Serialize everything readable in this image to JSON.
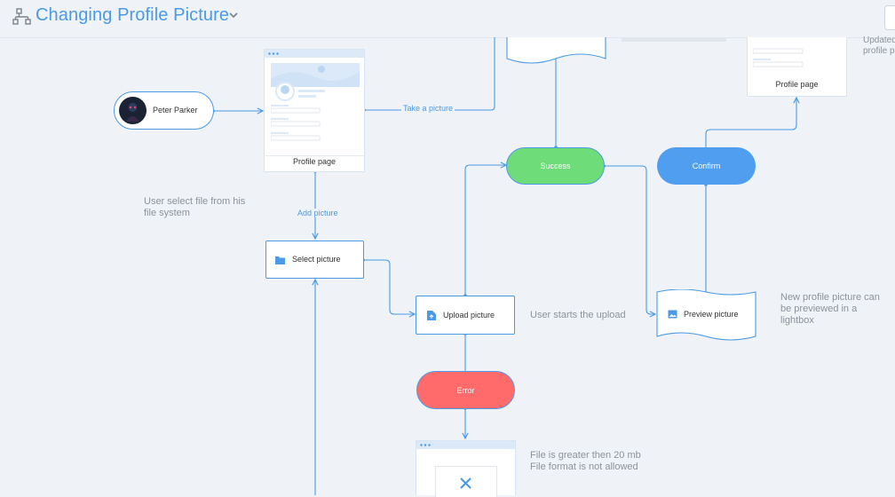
{
  "header": {
    "title": "Changing Profile Picture"
  },
  "nodes": {
    "actor": "Peter Parker",
    "profile_page": "Profile page",
    "profile_page_top": "Profile page",
    "select_picture": "Select picture",
    "upload_picture": "Upload picture",
    "preview_picture": "Preview picture",
    "success": "Success",
    "confirm": "Confirm",
    "error": "Error"
  },
  "edge_labels": {
    "take_picture": "Take a picture",
    "add_picture": "Add picture"
  },
  "notes": {
    "select_file": [
      "User select file from his",
      "file system"
    ],
    "starts_upload": "User starts the upload",
    "preview": [
      "New profile picture can",
      "be previewed in a",
      "lightbox"
    ],
    "error_reasons": [
      "File is greater then 20 mb",
      "File format is not allowed"
    ],
    "updated_partial": [
      "Updated",
      "profile p"
    ]
  },
  "colors": {
    "accent": "#4a9ae6",
    "success": "#6fdc7a",
    "confirm": "#4f9ef0",
    "error": "#ff6b6b",
    "background": "#eff2f6"
  }
}
